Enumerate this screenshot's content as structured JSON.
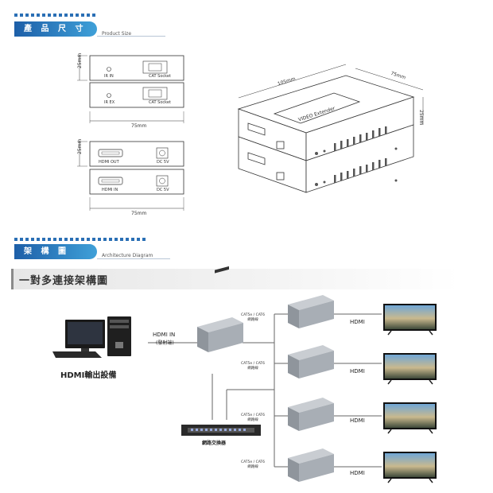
{
  "section1": {
    "title": "產 品 尺 寸",
    "subtitle": "Product Size"
  },
  "section2": {
    "title": "架 構 圖",
    "subtitle": "Architecture Diagram"
  },
  "banner": {
    "title": "一對多連接架構圖"
  },
  "dims": {
    "rx_height": "25mm",
    "rx_width": "75mm",
    "tx_height": "25mm",
    "tx_width": "75mm",
    "iso_length": "105mm",
    "iso_width": "75mm",
    "iso_height": "25mm"
  },
  "ports": {
    "ir_in": "IR IN",
    "ir_ex": "IR EX",
    "cat_socket_1": "CAT Socket",
    "cat_socket_2": "CAT Socket",
    "hdmi_out": "HDMI OUT",
    "dc_5v_1": "DC 5V",
    "hdmi_in": "HDMI IN",
    "dc_5v_2": "DC 5V"
  },
  "device_label": "VIDEO Extender",
  "diagram": {
    "source_label": "HDMI輸出設備",
    "input_label": "HDMI IN",
    "input_sub": "(發射端)",
    "switch_label": "網路交換器",
    "cable_rows": [
      {
        "cable": "CAT5e / CAT6",
        "sub": "網路線",
        "hdmi": "HDMI"
      },
      {
        "cable": "CAT5e / CAT6",
        "sub": "網路線",
        "hdmi": "HDMI"
      },
      {
        "cable": "CAT5e / CAT6",
        "sub": "網路線",
        "hdmi": "HDMI"
      },
      {
        "cable": "CAT5e / CAT6",
        "sub": "網路線",
        "hdmi": "HDMI"
      }
    ]
  },
  "colors": {
    "accent": "#2a6fb5",
    "accent_light": "#3fa0d8"
  }
}
